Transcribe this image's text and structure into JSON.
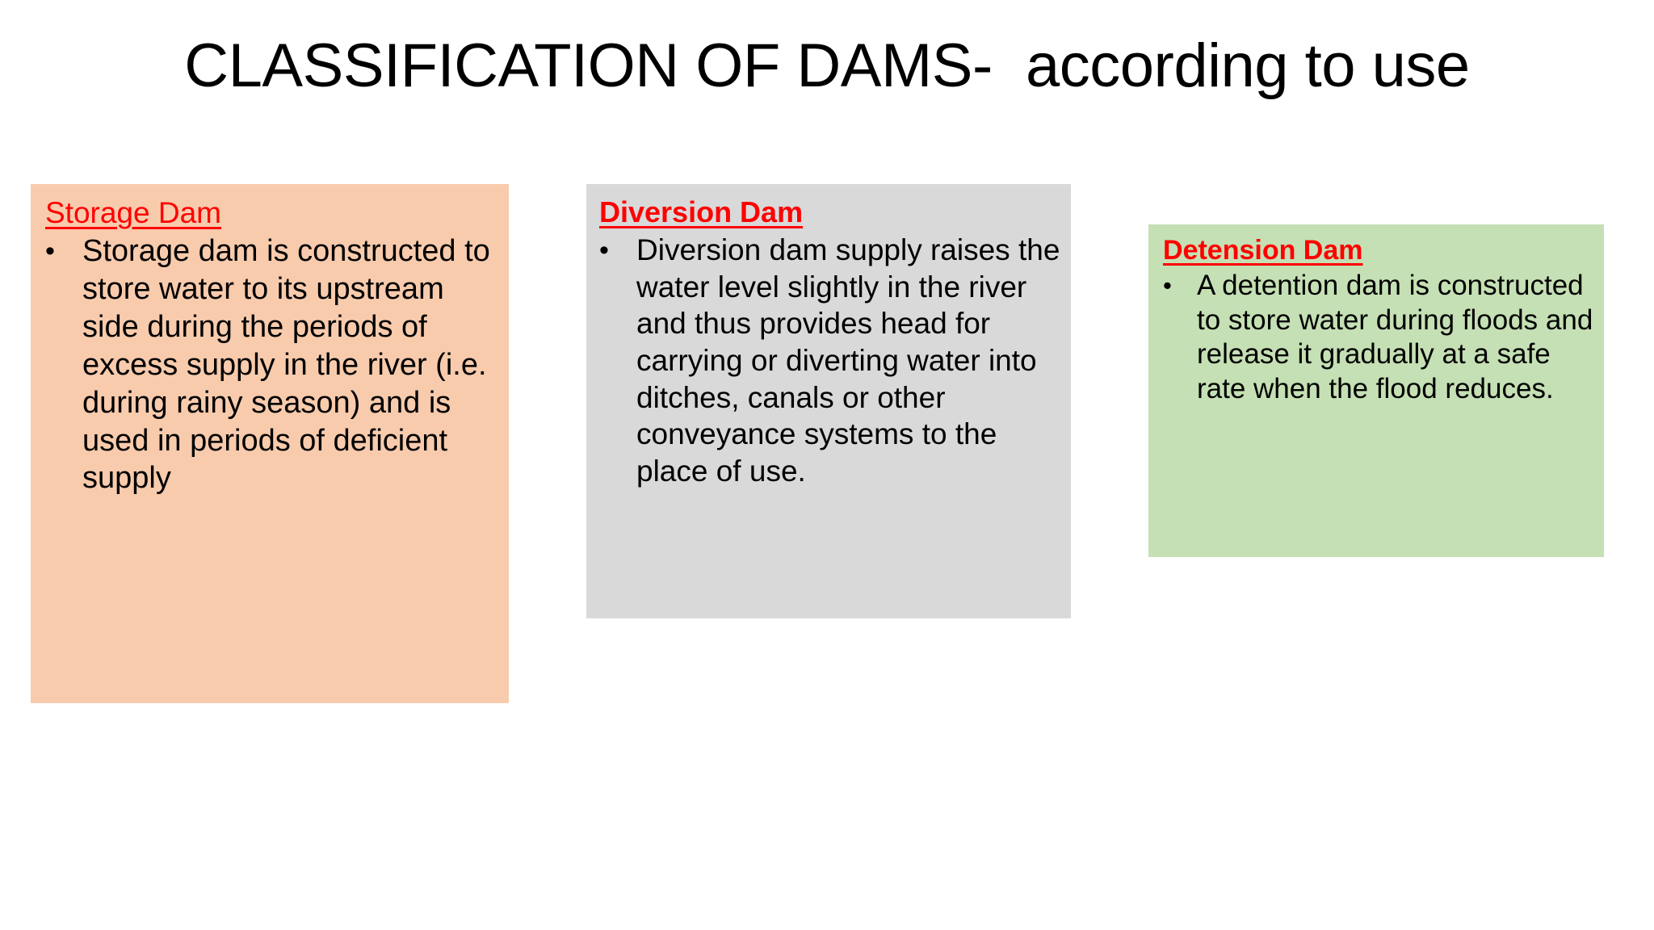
{
  "slide": {
    "title": "CLASSIFICATION OF DAMS-  according to use",
    "background_color": "#FFFFFF",
    "heading_color": "#FF0000",
    "body_color": "#000000",
    "bullet_glyph": "•"
  },
  "boxes": [
    {
      "id": "storage",
      "heading": "Storage Dam",
      "heading_bold": false,
      "heading_underline": true,
      "background_color": "#F8CBAD",
      "body": "Storage dam is constructed to store water to its upstream side during the periods of excess supply in the river (i.e. during rainy season) and is used in periods of deficient supply"
    },
    {
      "id": "diversion",
      "heading": "Diversion Dam",
      "heading_bold": true,
      "heading_underline": true,
      "background_color": "#D9D9D9",
      "body": "Diversion dam supply raises the water level slightly in the river and thus provides head for carrying or diverting water into ditches, canals or other conveyance systems to the place of use."
    },
    {
      "id": "detension",
      "heading": "Detension Dam",
      "heading_bold": true,
      "heading_underline": true,
      "background_color": "#C5E0B4",
      "body": "A detention dam is constructed to store water during floods and release it gradually at a safe rate when the flood reduces."
    }
  ]
}
